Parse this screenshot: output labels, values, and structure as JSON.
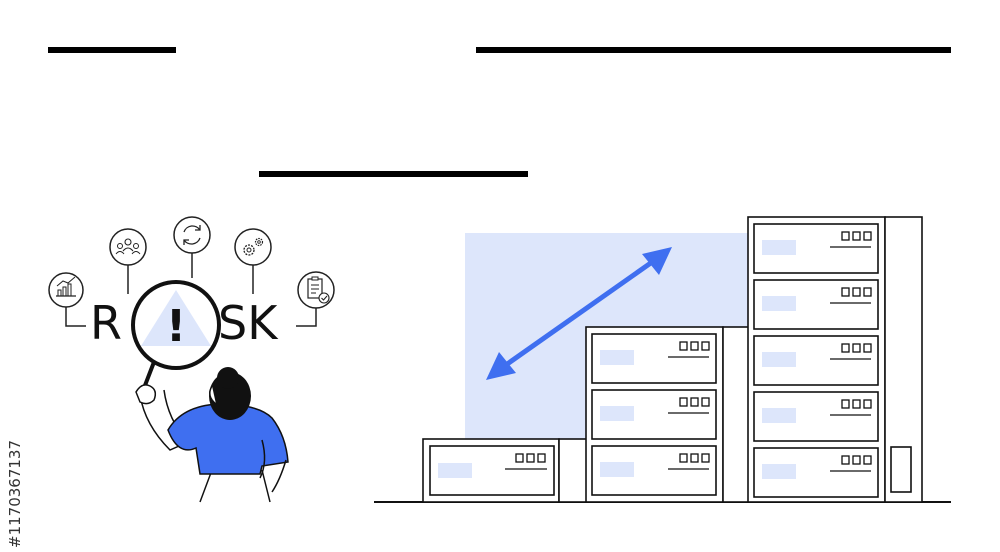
{
  "risk_label": {
    "left": "R",
    "right": "SK",
    "center_symbol": "!"
  },
  "stock_id": "#1170367137",
  "icons": [
    "bar-chart-icon",
    "team-icon",
    "refresh-icon",
    "gears-icon",
    "checklist-icon",
    "warning-icon"
  ],
  "colors": {
    "accent_blue": "#3f6ff0",
    "light_blue": "#dde6fb",
    "ink": "#111111"
  }
}
